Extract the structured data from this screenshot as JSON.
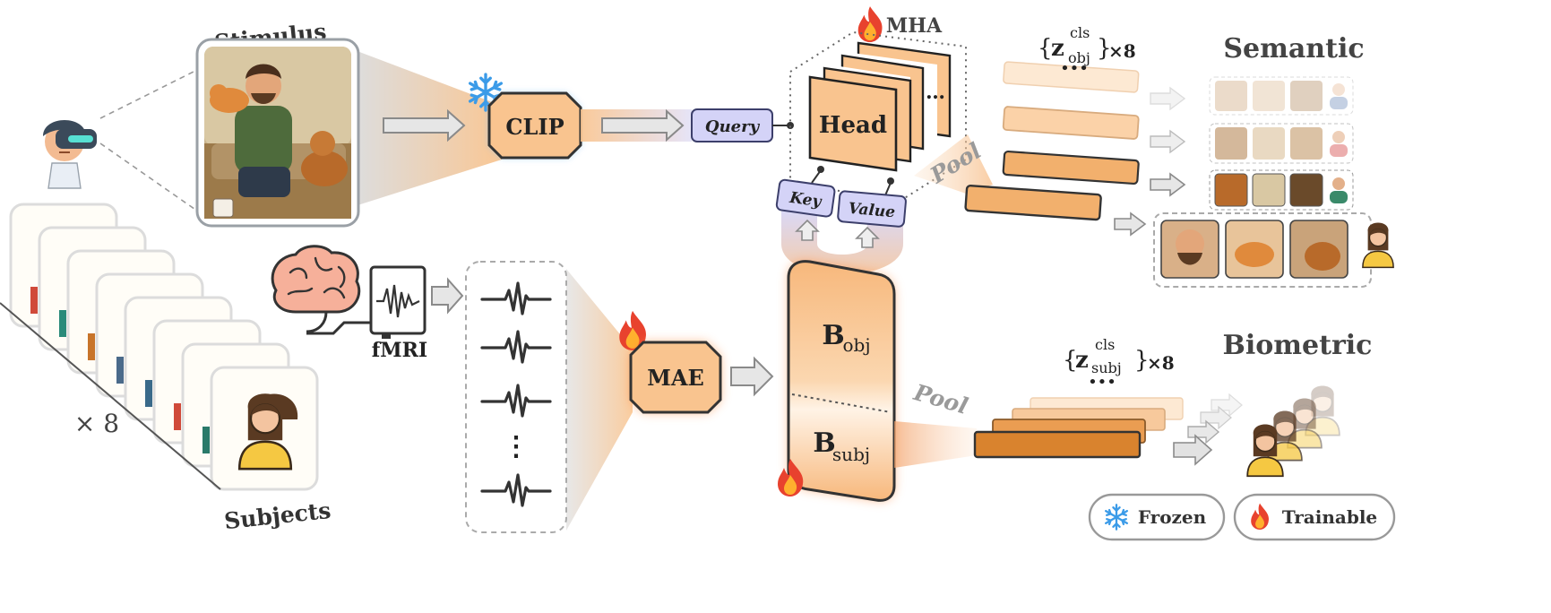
{
  "labels": {
    "stimulus": "Stimulus",
    "subjects": "Subjects",
    "times8": "× 8",
    "fmri": "fMRI",
    "clip": "CLIP",
    "mae": "MAE",
    "query": "Query",
    "key": "Key",
    "value": "Value",
    "head": "Head",
    "head_dots": "…",
    "mha": "MHA",
    "pool_top": "Pool",
    "pool_bottom": "Pool",
    "b_obj_main": "B",
    "b_obj_sub": "obj",
    "b_subj_main": "B",
    "b_subj_sub": "subj",
    "semantic": "Semantic",
    "biometric": "Biometric",
    "z_obj_brace_open": "{",
    "z_obj_main": "z",
    "z_obj_sup": "cls",
    "z_obj_sub": "obj",
    "z_obj_brace_close": "}",
    "z_obj_mult": "×8",
    "z_subj_brace_open": "{",
    "z_subj_main": "z",
    "z_subj_sup": "cls",
    "z_subj_sub": "subj",
    "z_subj_brace_close": "}",
    "z_subj_mult": "×8",
    "dots": "•••",
    "vdots": "⋮"
  },
  "legend": {
    "frozen": "Frozen",
    "trainable": "Trainable"
  },
  "colors": {
    "orange_fill": "#f9c48f",
    "orange_dark": "#d68a3c",
    "lavender": "#d4d3f7",
    "lavender_stroke": "#3c3f6b",
    "snow_blue": "#3b9be8",
    "flame_red": "#e8422e",
    "flame_yellow": "#ffb02e",
    "text_dark": "#333333",
    "grey_arrow": "#bdbdbd"
  },
  "icons": [
    "snowflake-icon",
    "flame-icon",
    "brain-icon",
    "vr-headset-icon",
    "person-icon",
    "waveform-icon"
  ]
}
